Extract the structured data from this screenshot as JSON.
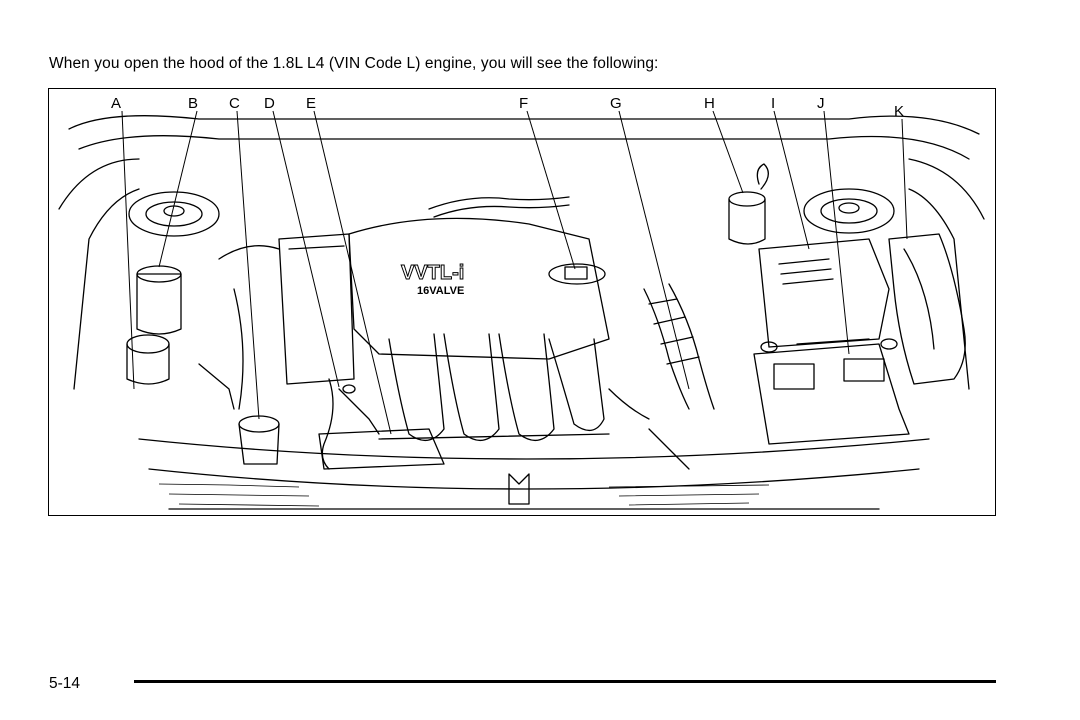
{
  "intro_text": "When you open the hood of the 1.8L L4 (VIN Code L) engine, you will see the following:",
  "engine_labels": {
    "cover_logo": "VVTL-i",
    "cover_sub": "16VALVE"
  },
  "callouts": [
    "A",
    "B",
    "C",
    "D",
    "E",
    "F",
    "G",
    "H",
    "I",
    "J",
    "K"
  ],
  "page_number": "5-14"
}
